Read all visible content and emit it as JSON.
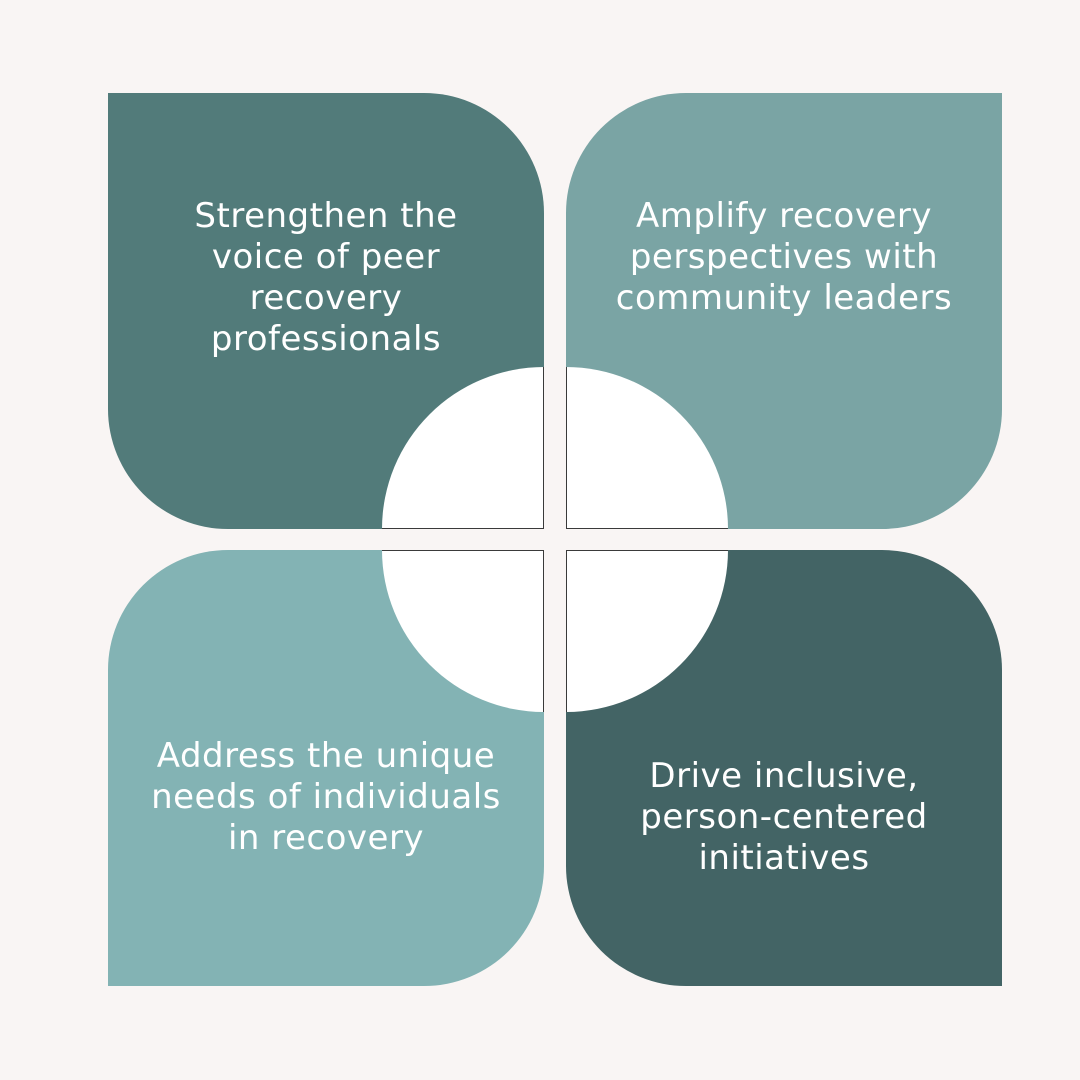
{
  "colors": {
    "background": "#f9f5f4",
    "tile_top_left": "#527b7a",
    "tile_top_right": "#7aa4a4",
    "tile_bottom_left": "#83b3b4",
    "tile_bottom_right": "#436465",
    "text": "#ffffff"
  },
  "quadrants": {
    "top_left": "Strengthen the voice of peer recovery professionals",
    "top_right": "Amplify recovery perspectives with community leaders",
    "bottom_left": "Address the unique needs of individuals in recovery",
    "bottom_right": "Drive inclusive, person-centered initiatives"
  }
}
